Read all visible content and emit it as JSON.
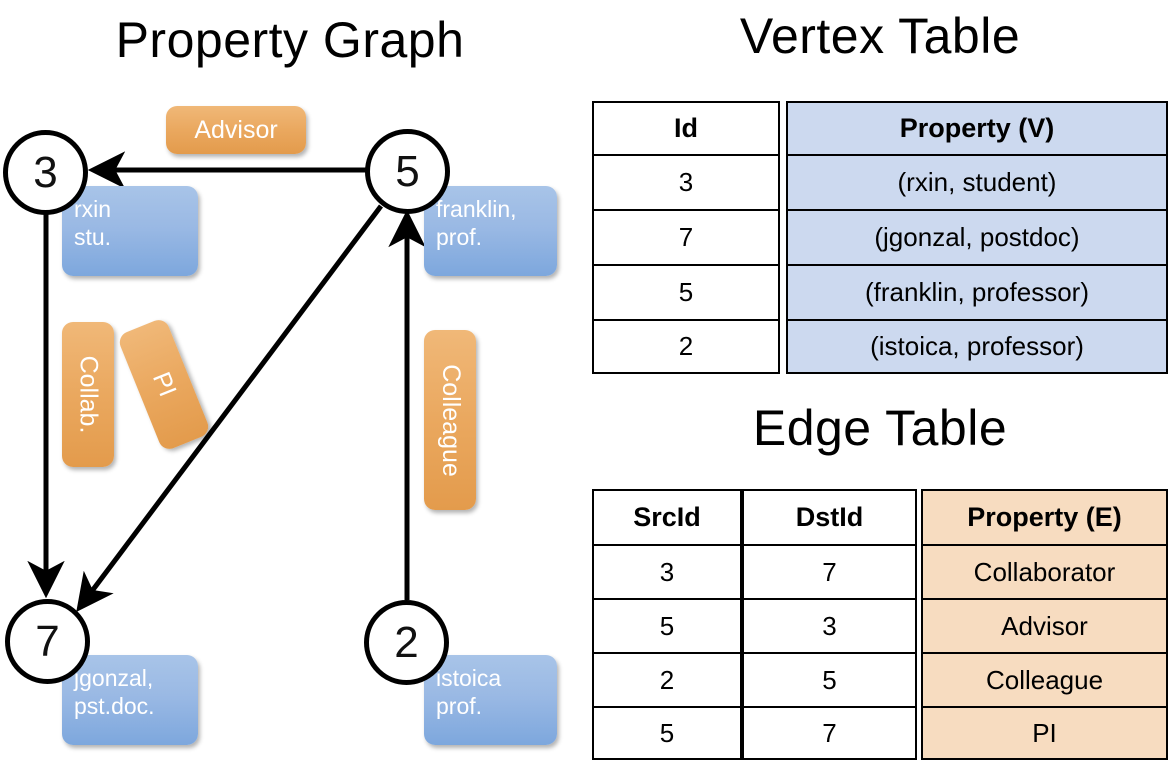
{
  "titles": {
    "property_graph": "Property Graph",
    "vertex_table": "Vertex Table",
    "edge_table": "Edge Table"
  },
  "graph": {
    "nodes": [
      {
        "id": "3",
        "label": "3",
        "property_line1": "rxin",
        "property_line2": "stu."
      },
      {
        "id": "5",
        "label": "5",
        "property_line1": "franklin,",
        "property_line2": "prof."
      },
      {
        "id": "7",
        "label": "7",
        "property_line1": "jgonzal,",
        "property_line2": "pst.doc."
      },
      {
        "id": "2",
        "label": "2",
        "property_line1": "istoica",
        "property_line2": "prof."
      }
    ],
    "edge_labels": [
      {
        "name": "advisor",
        "text": "Advisor"
      },
      {
        "name": "collab",
        "text": "Collab."
      },
      {
        "name": "pi",
        "text": "PI"
      },
      {
        "name": "colleague",
        "text": "Colleague"
      }
    ]
  },
  "vertex_table": {
    "columns": [
      "Id",
      "Property (V)"
    ],
    "rows": [
      {
        "id": "3",
        "property": "(rxin, student)"
      },
      {
        "id": "7",
        "property": "(jgonzal, postdoc)"
      },
      {
        "id": "5",
        "property": "(franklin, professor)"
      },
      {
        "id": "2",
        "property": "(istoica, professor)"
      }
    ]
  },
  "edge_table": {
    "columns": [
      "SrcId",
      "DstId",
      "Property (E)"
    ],
    "rows": [
      {
        "src": "3",
        "dst": "7",
        "property": "Collaborator"
      },
      {
        "src": "5",
        "dst": "3",
        "property": "Advisor"
      },
      {
        "src": "2",
        "dst": "5",
        "property": "Colleague"
      },
      {
        "src": "5",
        "dst": "7",
        "property": "PI"
      }
    ]
  },
  "colors": {
    "vertex_property_fill": "#ccd9ef",
    "edge_property_fill": "#f7dcc0",
    "node_box_blue": "#9ab9e4",
    "edge_label_orange": "#eaa85f",
    "stroke": "#000000"
  }
}
